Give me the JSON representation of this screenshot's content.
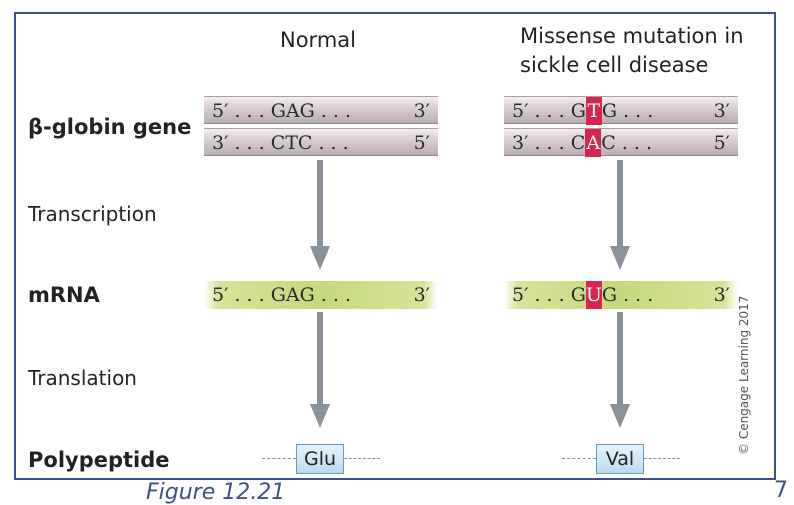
{
  "columns": {
    "normal": "Normal",
    "mutation_line1": "Missense mutation in",
    "mutation_line2": "sickle cell disease"
  },
  "rows": {
    "gene": "β-globin gene",
    "transcription": "Transcription",
    "mrna": "mRNA",
    "translation": "Translation",
    "polypeptide": "Polypeptide"
  },
  "normal": {
    "dna_top": {
      "prime5": "5′",
      "seq": ". . . GAG . . .",
      "prime3": "3′"
    },
    "dna_bottom": {
      "prime3": "3′",
      "seq": ". . . CTC . . .",
      "prime5": "5′"
    },
    "mrna": {
      "prime5": "5′",
      "seq": ". . . GAG . . .",
      "prime3": "3′"
    },
    "amino_acid": "Glu"
  },
  "mutant": {
    "dna_top": {
      "prime5": "5′",
      "pre": ". . . G",
      "mut": "T",
      "post": "G . . .",
      "prime3": "3′"
    },
    "dna_bottom": {
      "prime3": "3′",
      "pre": ". . . C",
      "mut": "A",
      "post": "C . . .",
      "prime5": "5′"
    },
    "mrna": {
      "prime5": "5′",
      "pre": ". . . G",
      "mut": "U",
      "post": "G . . .",
      "prime3": "3′"
    },
    "amino_acid": "Val"
  },
  "credit": "© Cengage Learning 2017",
  "caption": "Figure 12.21",
  "page_number": "7",
  "colors": {
    "frame": "#3d4f8f",
    "mutation": "#d9244d",
    "arrow": "#8a9198",
    "mrna": "#c6d87c",
    "peptide": "#bcd9ee"
  }
}
